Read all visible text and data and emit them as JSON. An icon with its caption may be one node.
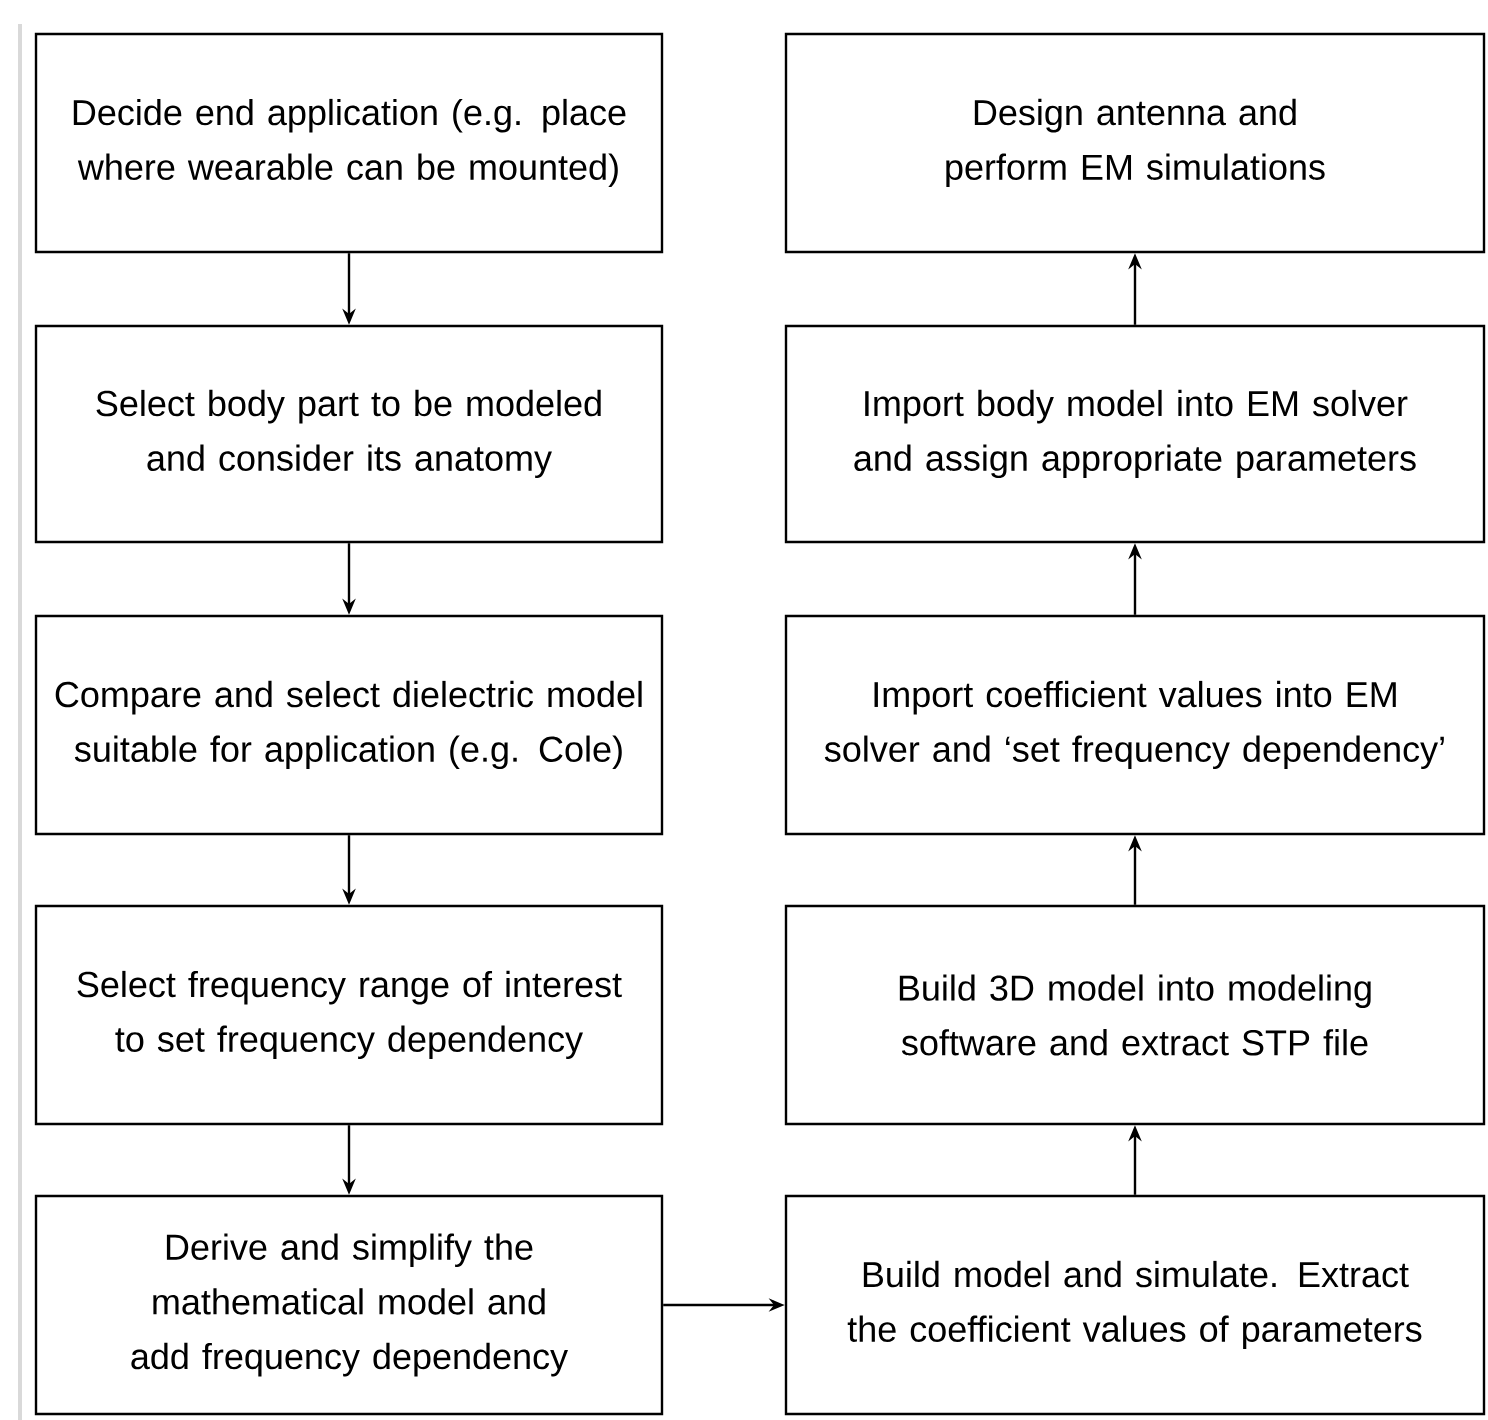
{
  "diagram": {
    "nodes": [
      {
        "text": [
          "Decide end application (e.g. place where wearable can be mounted)"
        ]
      },
      {
        "text": [
          "Select body part to be modeled and consider its anatomy"
        ]
      },
      {
        "text": [
          "Compare and select dielectric model suitable for application (e.g. Cole)"
        ]
      },
      {
        "text": [
          "Select frequency range of interest to set frequency dependency"
        ]
      },
      {
        "text": [
          "Derive and simplify the mathematical model and add frequency dependency"
        ]
      },
      {
        "text": [
          "Design antenna and perform EM simulations"
        ]
      },
      {
        "text": [
          "Import body model into EM solver and assign appropriate parameters"
        ]
      },
      {
        "text": [
          "Import coefficient values into EM solver and ‘set frequency dependency’"
        ]
      },
      {
        "text": [
          "Build 3D model into modeling software and extract STP file"
        ]
      },
      {
        "text": [
          "Build model and simulate. Extract the coefficient values of parameters"
        ]
      }
    ],
    "edges": [
      {
        "from": 0,
        "to": 1,
        "arrow": "to"
      },
      {
        "from": 1,
        "to": 2,
        "arrow": "to"
      },
      {
        "from": 2,
        "to": 3,
        "arrow": "to"
      },
      {
        "from": 3,
        "to": 4,
        "arrow": "to"
      },
      {
        "from": 4,
        "to": 9,
        "arrow": "to"
      },
      {
        "from": 9,
        "to": 8,
        "arrow": "to"
      },
      {
        "from": 8,
        "to": 7,
        "arrow": "to"
      },
      {
        "from": 7,
        "to": 6,
        "arrow": "to"
      },
      {
        "from": 6,
        "to": 5,
        "arrow": "to"
      }
    ]
  }
}
